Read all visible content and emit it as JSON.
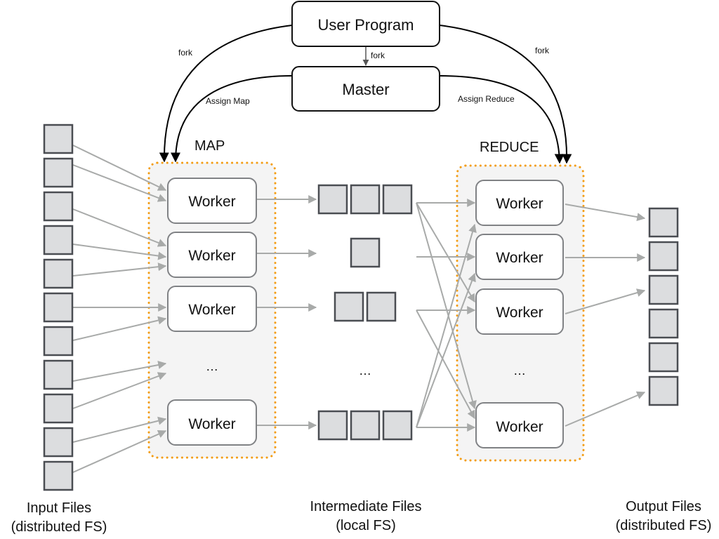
{
  "diagram": {
    "title_nodes": {
      "user_program": "User Program",
      "master": "Master"
    },
    "edge_labels": {
      "fork_left": "fork",
      "fork_center": "fork",
      "fork_right": "fork",
      "assign_map": "Assign Map",
      "assign_reduce": "Assign Reduce"
    },
    "phases": {
      "map": "MAP",
      "reduce": "REDUCE"
    },
    "map_workers": [
      "Worker",
      "Worker",
      "Worker",
      "Worker"
    ],
    "reduce_workers": [
      "Worker",
      "Worker",
      "Worker",
      "Worker"
    ],
    "ellipsis": "…",
    "input_files_count": 11,
    "intermediate_groups": [
      3,
      1,
      2,
      3
    ],
    "output_files_count": 6,
    "footer_labels": {
      "input_line1": "Input Files",
      "input_line2": "(distributed FS)",
      "intermediate_line1": "Intermediate Files",
      "intermediate_line2": "(local FS)",
      "output_line1": "Output Files",
      "output_line2": "(distributed FS)"
    },
    "colors": {
      "phase_border": "#f39c12",
      "phase_bg": "#f4f4f4",
      "file_fill": "#dcdddf",
      "file_stroke": "#4a4d52",
      "data_arrow": "#a8aaa9",
      "control_arrow": "#000000"
    }
  }
}
